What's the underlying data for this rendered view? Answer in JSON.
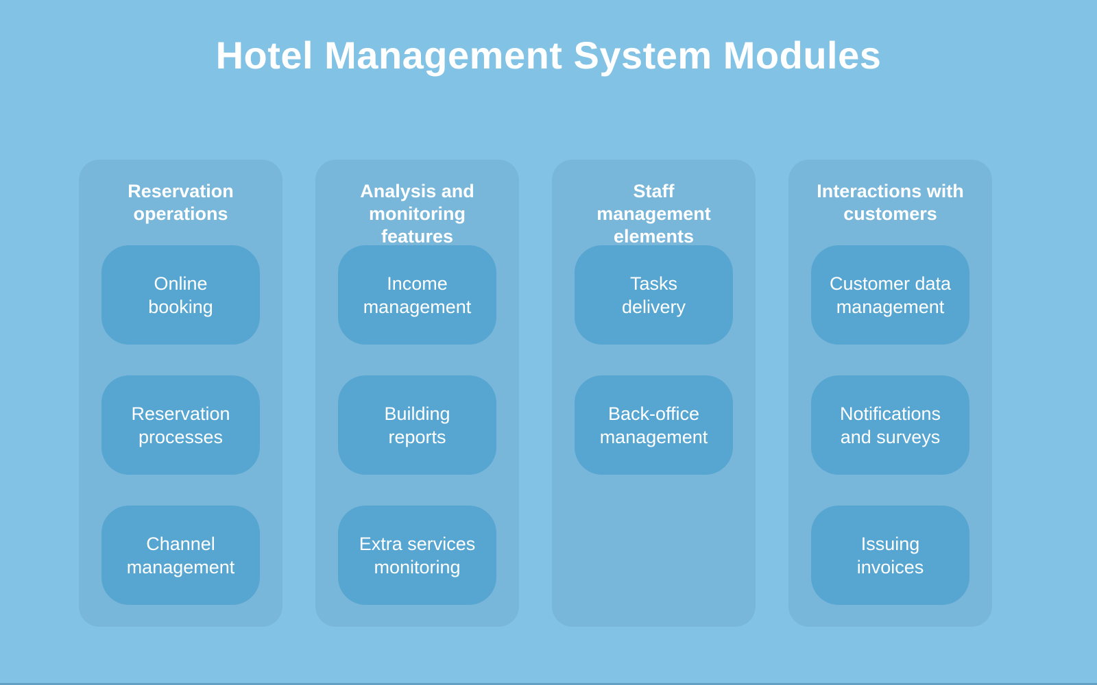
{
  "title": "Hotel Management System Modules",
  "colors": {
    "page_background": "#82c3e5",
    "panel_background": "#79b7da",
    "card_background": "#57a6d1",
    "text": "#ffffff"
  },
  "columns": [
    {
      "header": "Reservation\noperations",
      "items": [
        "Online\nbooking",
        "Reservation\nprocesses",
        "Channel\nmanagement"
      ]
    },
    {
      "header": "Analysis and\nmonitoring features",
      "items": [
        "Income\nmanagement",
        "Building\nreports",
        "Extra services\nmonitoring"
      ]
    },
    {
      "header": "Staff management\nelements",
      "items": [
        "Tasks\ndelivery",
        "Back-office\nmanagement"
      ]
    },
    {
      "header": "Interactions with\ncustomers",
      "items": [
        "Customer data\nmanagement",
        "Notifications\nand surveys",
        "Issuing\ninvoices"
      ]
    }
  ]
}
